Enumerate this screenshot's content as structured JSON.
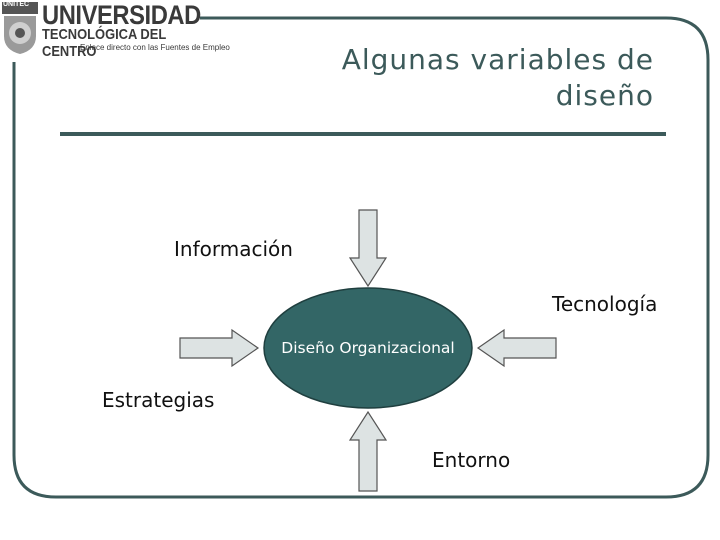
{
  "header": {
    "logo": {
      "badge": "UNITEC",
      "name": "UNIVERSIDAD",
      "subtitle": "TECNOLÓGICA DEL CENTRO",
      "tagline": "Enlace directo con las Fuentes de Empleo"
    },
    "title_line1": "Algunas variables de",
    "title_line2": "diseño"
  },
  "diagram": {
    "center": "Diseño Organizacional",
    "inputs": {
      "top": "Información",
      "right": "Tecnología",
      "left": "Estrategias",
      "bottom": "Entorno"
    },
    "colors": {
      "ellipse": "#336666",
      "arrow_fill": "#dde3e3",
      "frame": "#3c5a5a"
    }
  }
}
